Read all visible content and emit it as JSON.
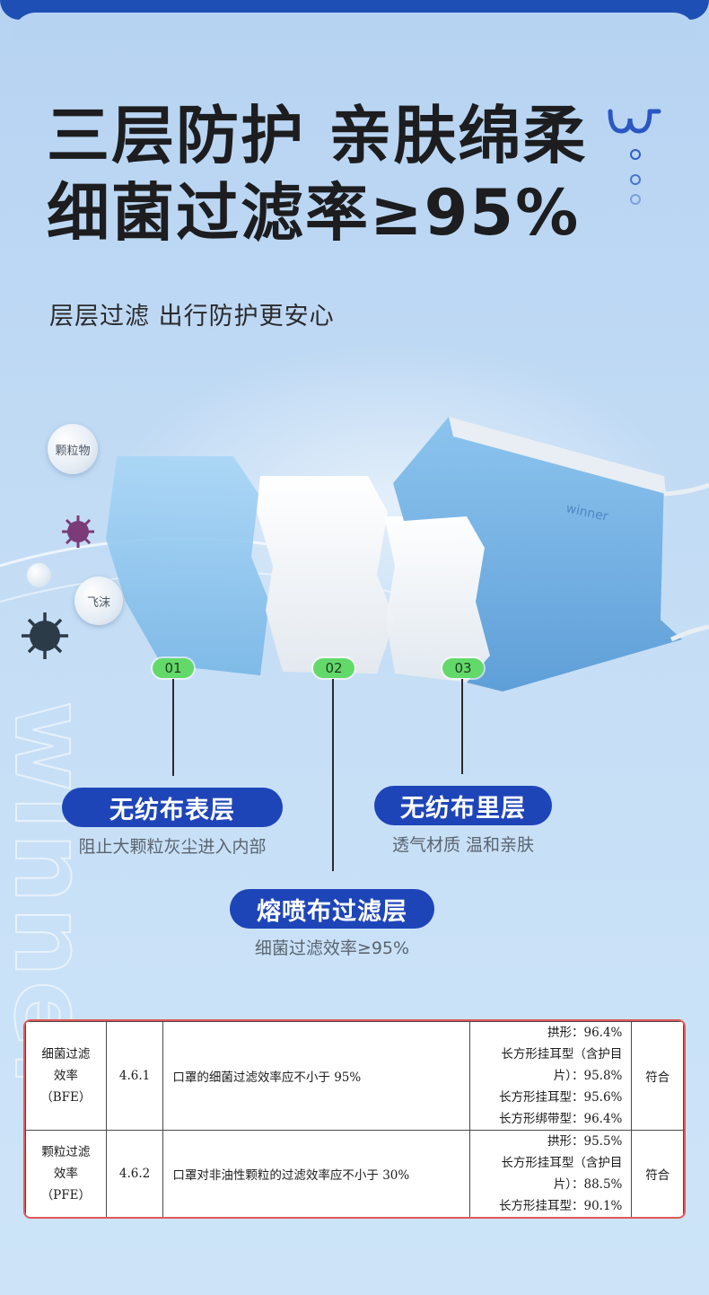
{
  "headline": {
    "line1": "三层防护 亲肤绵柔",
    "line2": "细菌过滤率≥95%"
  },
  "subtitle": "层层过滤 出行防护更安心",
  "brand_watermark": "winner",
  "illustration": {
    "bubble_particles": "颗粒物",
    "bubble_droplets": "飞沫",
    "mask_brand": "winner"
  },
  "layers": [
    {
      "number": "01",
      "name": "无纺布表层",
      "desc": "阻止大颗粒灰尘进入内部"
    },
    {
      "number": "02",
      "name": "熔喷布过滤层",
      "desc": "细菌过滤效率≥95%"
    },
    {
      "number": "03",
      "name": "无纺布里层",
      "desc": "透气材质 温和亲肤"
    }
  ],
  "spec_table": {
    "rows": [
      {
        "name": [
          "细菌过滤",
          "效率",
          "（BFE）"
        ],
        "code": "4.6.1",
        "requirement": "口罩的细菌过滤效率应不小于 95%",
        "results": [
          "拱形：96.4%",
          "长方形挂耳型（含护目",
          "片）：95.8%",
          "长方形挂耳型：95.6%",
          "长方形绑带型：96.4%"
        ],
        "conclusion": "符合"
      },
      {
        "name": [
          "颗粒过滤",
          "效率",
          "（PFE）"
        ],
        "code": "4.6.2",
        "requirement": "口罩对非油性颗粒的过滤效率应不小于 30%",
        "results": [
          "拱形：95.5%",
          "长方形挂耳型（含护目",
          "片）：88.5%",
          "长方形挂耳型：90.1%"
        ],
        "conclusion": "符合"
      }
    ]
  },
  "colors": {
    "accent": "#1e45b8",
    "number_pill": "#63d96a",
    "table_border": "#e05858"
  }
}
